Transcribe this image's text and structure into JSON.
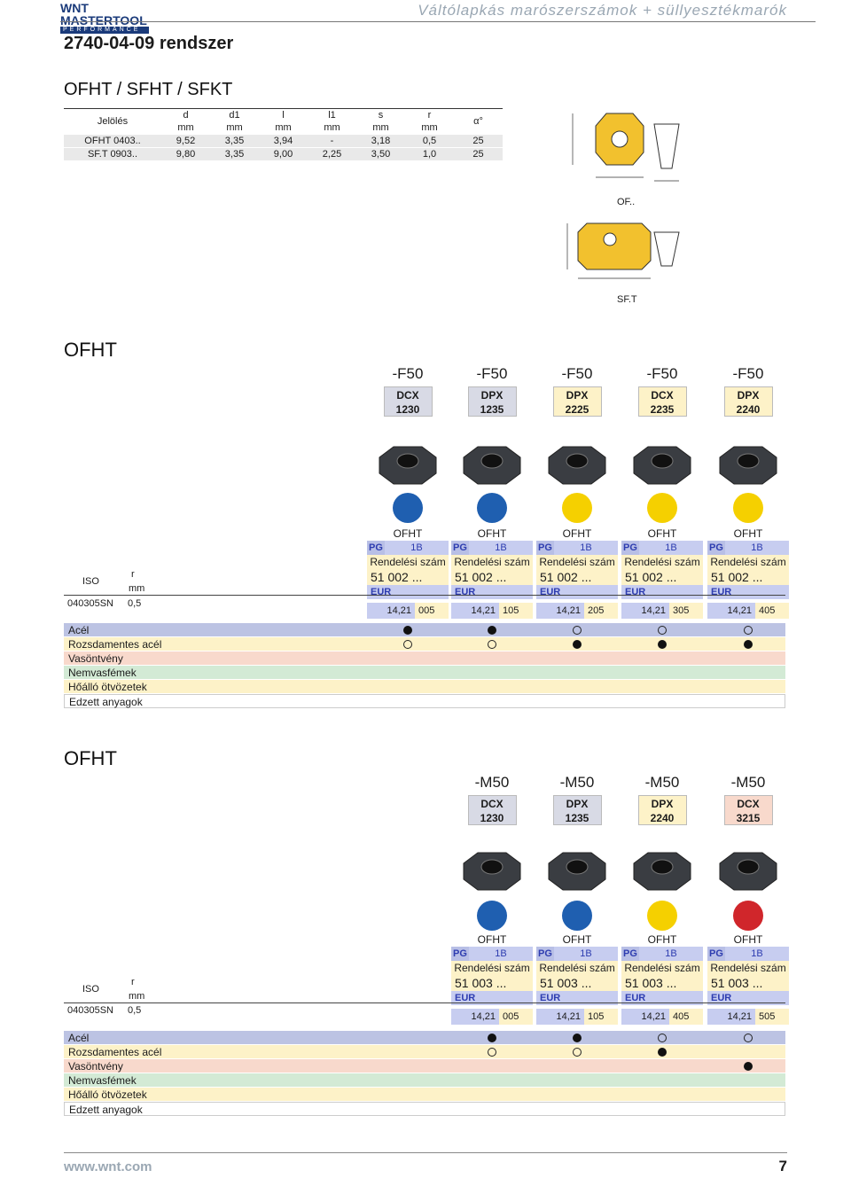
{
  "brand": {
    "name": "WNT MASTERTOOL",
    "sub": "PERFORMANCE"
  },
  "header": {
    "title": "Váltólapkás marószerszámok + süllyesztékmarók"
  },
  "page_title": "2740-04-09 rendszer",
  "spec_section": {
    "title": "OFHT / SFHT / SFKT",
    "headers": [
      "Jelölés",
      "d",
      "d1",
      "l",
      "l1",
      "s",
      "r",
      "α°"
    ],
    "units": [
      "mm",
      "mm",
      "mm",
      "mm",
      "mm",
      "mm"
    ],
    "rows": [
      [
        "OFHT 0403..",
        "9,52",
        "3,35",
        "3,94",
        "-",
        "3,18",
        "0,5",
        "25"
      ],
      [
        "SF.T 0903..",
        "9,80",
        "3,35",
        "9,00",
        "2,25",
        "3,50",
        "1,0",
        "25"
      ]
    ],
    "drawing_labels": [
      "OF..",
      "SF.T"
    ]
  },
  "common": {
    "iso": "ISO",
    "r": "r",
    "mm": "mm",
    "ofht": "OFHT",
    "pg": "PG",
    "one_b": "1B",
    "rendelesi": "Rendelési szám",
    "eur": "EUR",
    "size": "040305SN",
    "rval": "0,5",
    "price": "14,21"
  },
  "materials": [
    "Acél",
    "Rozsdamentes acél",
    "Vasöntvény",
    "Nemvasfémek",
    "Hőálló ötvözetek",
    "Edzett anyagok"
  ],
  "material_colors": [
    "#bcc3e3",
    "#fdf2c8",
    "#f8d9cc",
    "#d3ead5",
    "#fdf2c8",
    "#fff"
  ],
  "section1": {
    "title": "OFHT",
    "grades": [
      {
        "geo": "-F50",
        "l1": "DCX",
        "l2": "1230",
        "box": "#d8dae5",
        "medal": "blue",
        "order": "51 002 ...",
        "code": "005",
        "marks": [
          "full",
          "empty"
        ]
      },
      {
        "geo": "-F50",
        "l1": "DPX",
        "l2": "1235",
        "box": "#d8dae5",
        "medal": "blue",
        "order": "51 002 ...",
        "code": "105",
        "marks": [
          "full",
          "empty"
        ]
      },
      {
        "geo": "-F50",
        "l1": "DPX",
        "l2": "2225",
        "box": "#fdf2c8",
        "medal": "yellow",
        "order": "51 002 ...",
        "code": "205",
        "marks": [
          "empty",
          "full"
        ]
      },
      {
        "geo": "-F50",
        "l1": "DCX",
        "l2": "2235",
        "box": "#fdf2c8",
        "medal": "yellow",
        "order": "51 002 ...",
        "code": "305",
        "marks": [
          "empty",
          "full"
        ]
      },
      {
        "geo": "-F50",
        "l1": "DPX",
        "l2": "2240",
        "box": "#fdf2c8",
        "medal": "yellow",
        "order": "51 002 ...",
        "code": "405",
        "marks": [
          "empty",
          "full"
        ]
      }
    ]
  },
  "section2": {
    "title": "OFHT",
    "grades": [
      {
        "geo": "-M50",
        "l1": "DCX",
        "l2": "1230",
        "box": "#d8dae5",
        "medal": "blue",
        "order": "51 003 ...",
        "code": "005",
        "marks": [
          "full",
          "empty",
          "",
          ""
        ]
      },
      {
        "geo": "-M50",
        "l1": "DPX",
        "l2": "1235",
        "box": "#d8dae5",
        "medal": "blue",
        "order": "51 003 ...",
        "code": "105",
        "marks": [
          "full",
          "empty",
          "",
          ""
        ]
      },
      {
        "geo": "-M50",
        "l1": "DPX",
        "l2": "2240",
        "box": "#fdf2c8",
        "medal": "yellow",
        "order": "51 003 ...",
        "code": "405",
        "marks": [
          "empty",
          "full",
          "",
          ""
        ]
      },
      {
        "geo": "-M50",
        "l1": "DCX",
        "l2": "3215",
        "box": "#f8d9cc",
        "medal": "red",
        "order": "51 003 ...",
        "code": "505",
        "marks": [
          "empty",
          "",
          "full",
          ""
        ]
      }
    ]
  },
  "footer": {
    "url": "www.wnt.com",
    "page": "7"
  }
}
